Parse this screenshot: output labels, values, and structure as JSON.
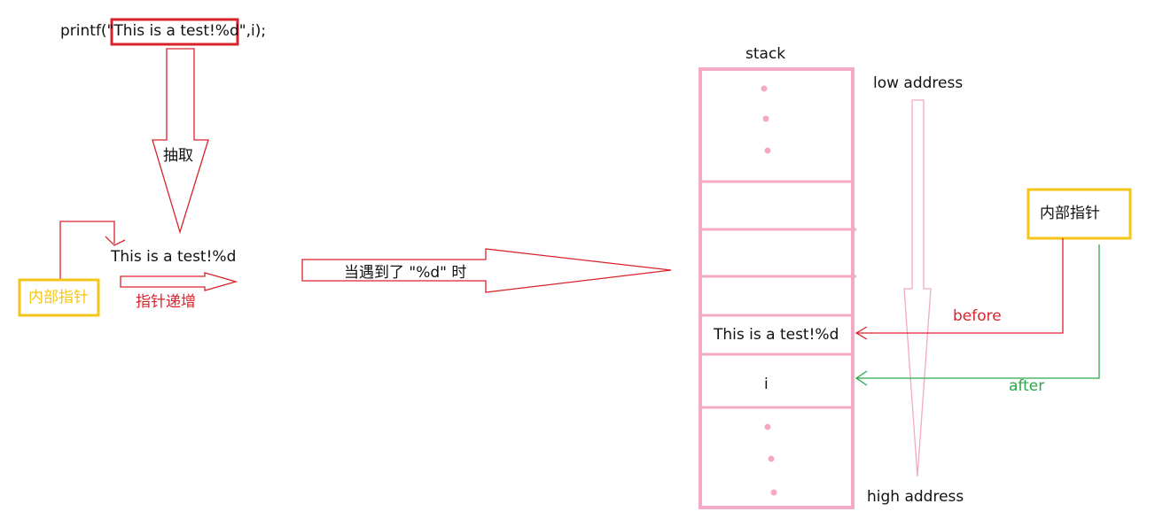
{
  "code": {
    "prefix": "printf(\"",
    "format": "This is a test!%d",
    "suffix": "\",i);"
  },
  "left": {
    "extract_label": "抽取",
    "string": "This is a test!%d",
    "pointer_label": "内部指针",
    "increment_label": "指针递增"
  },
  "middle": {
    "arrow_label": "当遇到了 \"%d\" 时"
  },
  "stack": {
    "title": "stack",
    "string_cell": "This is a test!%d",
    "i_cell": "i",
    "low_address": "low address",
    "high_address": "high address"
  },
  "right": {
    "pointer_label": "内部指针",
    "before_label": "before",
    "after_label": "after"
  },
  "colors": {
    "red": "#d9232b",
    "yellow": "#f5c518",
    "pink": "#f4a9c6",
    "green": "#2aa84a"
  }
}
